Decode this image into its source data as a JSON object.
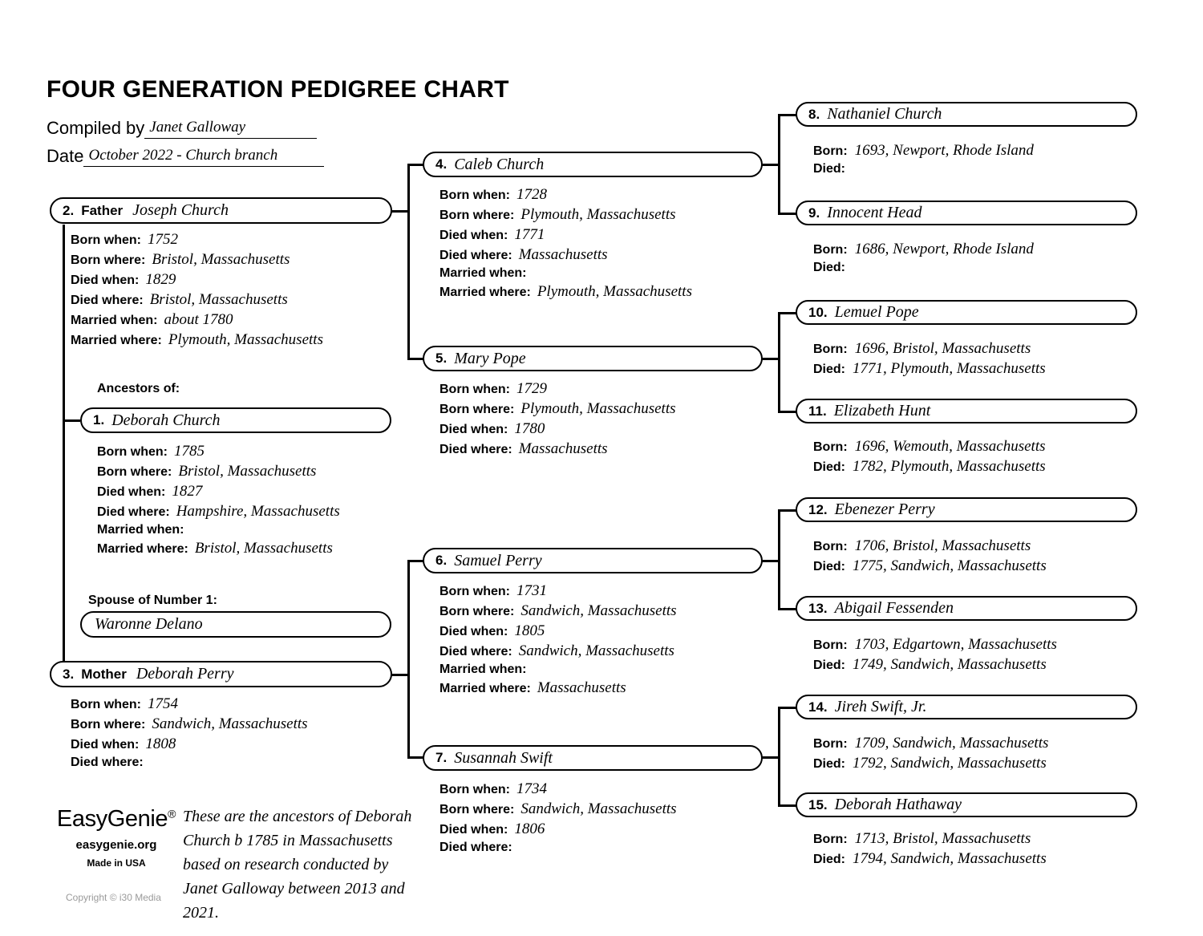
{
  "header": {
    "title": "FOUR GENERATION PEDIGREE CHART",
    "compiled_by_label": "Compiled by",
    "compiled_by_value": "Janet Galloway",
    "date_label": "Date",
    "date_value": "October 2022 - Church branch"
  },
  "labels": {
    "ancestors_of": "Ancestors of:",
    "spouse_of_number_1": "Spouse of Number 1:",
    "born_when": "Born when:",
    "born_where": "Born where:",
    "died_when": "Died when:",
    "died_where": "Died where:",
    "married_when": "Married when:",
    "married_where": "Married where:",
    "born": "Born:",
    "died": "Died:"
  },
  "people": {
    "p1": {
      "num": "1.",
      "name": "Deborah Church",
      "born_when": "1785",
      "born_where": "Bristol, Massachusetts",
      "died_when": "1827",
      "died_where": "Hampshire, Massachusetts",
      "married_when": "",
      "married_where": "Bristol, Massachusetts",
      "spouse": "Waronne Delano"
    },
    "p2": {
      "num": "2.",
      "role": "Father",
      "name": "Joseph Church",
      "born_when": "1752",
      "born_where": "Bristol, Massachusetts",
      "died_when": "1829",
      "died_where": "Bristol, Massachusetts",
      "married_when": "about 1780",
      "married_where": "Plymouth, Massachusetts"
    },
    "p3": {
      "num": "3.",
      "role": "Mother",
      "name": "Deborah Perry",
      "born_when": "1754",
      "born_where": "Sandwich, Massachusetts",
      "died_when": "1808",
      "died_where": ""
    },
    "p4": {
      "num": "4.",
      "name": "Caleb Church",
      "born_when": "1728",
      "born_where": "Plymouth, Massachusetts",
      "died_when": "1771",
      "died_where": "Massachusetts",
      "married_when": "",
      "married_where": "Plymouth, Massachusetts"
    },
    "p5": {
      "num": "5.",
      "name": "Mary Pope",
      "born_when": "1729",
      "born_where": "Plymouth, Massachusetts",
      "died_when": "1780",
      "died_where": "Massachusetts"
    },
    "p6": {
      "num": "6.",
      "name": "Samuel Perry",
      "born_when": "1731",
      "born_where": "Sandwich, Massachusetts",
      "died_when": "1805",
      "died_where": "Sandwich, Massachusetts",
      "married_when": "",
      "married_where": "Massachusetts"
    },
    "p7": {
      "num": "7.",
      "name": "Susannah Swift",
      "born_when": "1734",
      "born_where": "Sandwich, Massachusetts",
      "died_when": "1806",
      "died_where": ""
    },
    "p8": {
      "num": "8.",
      "name": "Nathaniel Church",
      "born": "1693, Newport, Rhode Island",
      "died": ""
    },
    "p9": {
      "num": "9.",
      "name": "Innocent Head",
      "born": "1686, Newport, Rhode Island",
      "died": ""
    },
    "p10": {
      "num": "10.",
      "name": "Lemuel Pope",
      "born": "1696, Bristol, Massachusetts",
      "died": "1771, Plymouth, Massachusetts"
    },
    "p11": {
      "num": "11.",
      "name": "Elizabeth Hunt",
      "born": "1696, Wemouth, Massachusetts",
      "died": "1782, Plymouth, Massachusetts"
    },
    "p12": {
      "num": "12.",
      "name": "Ebenezer Perry",
      "born": "1706, Bristol, Massachusetts",
      "died": "1775, Sandwich, Massachusetts"
    },
    "p13": {
      "num": "13.",
      "name": "Abigail Fessenden",
      "born": "1703, Edgartown, Massachusetts",
      "died": "1749, Sandwich, Massachusetts"
    },
    "p14": {
      "num": "14.",
      "name": "Jireh Swift, Jr.",
      "born": "1709, Sandwich, Massachusetts",
      "died": "1792, Sandwich, Massachusetts"
    },
    "p15": {
      "num": "15.",
      "name": "Deborah Hathaway",
      "born": "1713, Bristol, Massachusetts",
      "died": "1794, Sandwich, Massachusetts"
    }
  },
  "footer": {
    "brand_name": "EasyGenie",
    "brand_mark": "®",
    "website": "easygenie.org",
    "made_in": "Made in USA",
    "copyright": "Copyright © i30 Media",
    "note": "These are the ancestors of Deborah Church b 1785 in Massachusetts based on research conducted by Janet Galloway between 2013 and 2021."
  },
  "colors": {
    "ink": "#000000",
    "paper": "#ffffff",
    "copyright_gray": "#9a9a9a"
  }
}
